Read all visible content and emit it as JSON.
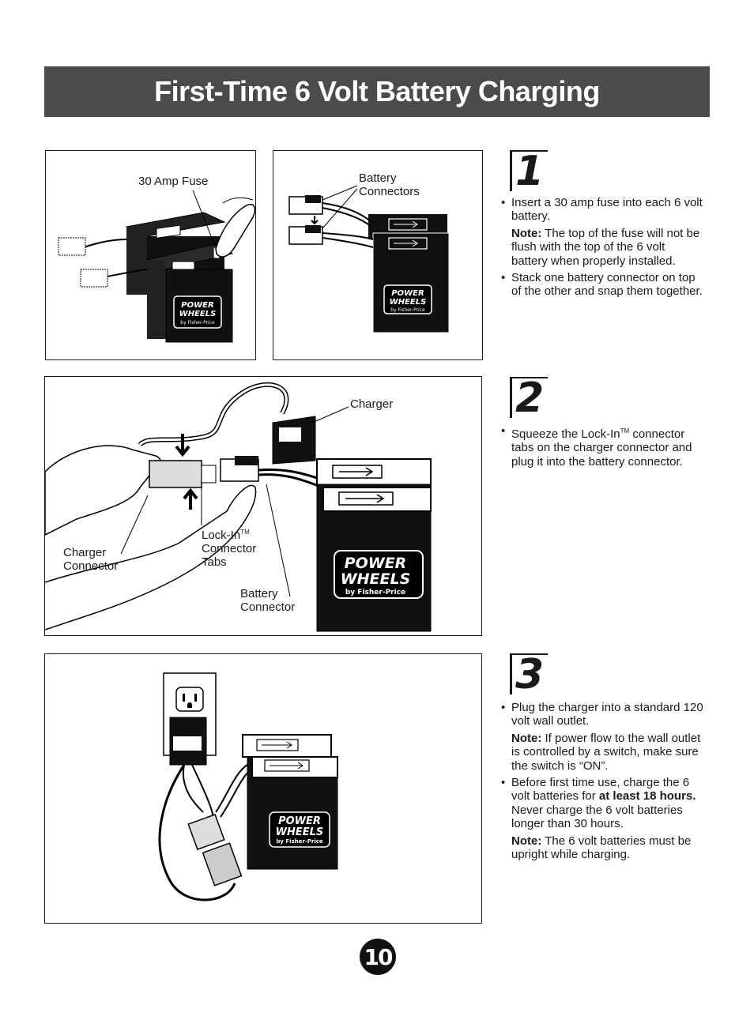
{
  "title": "First-Time 6 Volt Battery Charging",
  "page_number": "10",
  "panel1": {
    "fuse_label": "30 Amp Fuse"
  },
  "panel2": {
    "connectors_label_1": "Battery",
    "connectors_label_2": "Connectors"
  },
  "panel3": {
    "charger_label": "Charger",
    "charger_connector_1": "Charger",
    "charger_connector_2": "Connector",
    "lockin_1": "Lock-In",
    "lockin_tm": "TM",
    "lockin_2": "Connector",
    "lockin_3": "Tabs",
    "battery_connector_1": "Battery",
    "battery_connector_2": "Connector"
  },
  "battery_logo": {
    "line1": "POWER",
    "line2": "WHEELS",
    "line3": "by Fisher-Price"
  },
  "step1": {
    "number": "1",
    "bullet1": "Insert a 30 amp fuse into each 6 volt battery.",
    "note_label": "Note:",
    "note_text": " The top of the fuse will not be flush with the top of the 6 volt battery when properly installed.",
    "bullet2": "Stack one battery connector on top of the other and snap them together."
  },
  "step2": {
    "number": "2",
    "bullet1_a": "Squeeze the Lock-In",
    "bullet1_tm": "TM",
    "bullet1_b": " connector tabs on the charger connector and plug it into the battery connector."
  },
  "step3": {
    "number": "3",
    "bullet1": "Plug the charger into a standard 120 volt wall outlet.",
    "note1_label": "Note:",
    "note1_text": " If power flow to the wall outlet is controlled by a switch, make sure the switch is “ON”.",
    "bullet2_a": "Before first time use, charge the 6 volt batteries for ",
    "bullet2_bold": "at least 18 hours.",
    "bullet2_b": " Never charge the 6 volt batteries longer than 30 hours.",
    "note2_label": "Note:",
    "note2_text": " The 6 volt batteries must be upright while charging."
  }
}
